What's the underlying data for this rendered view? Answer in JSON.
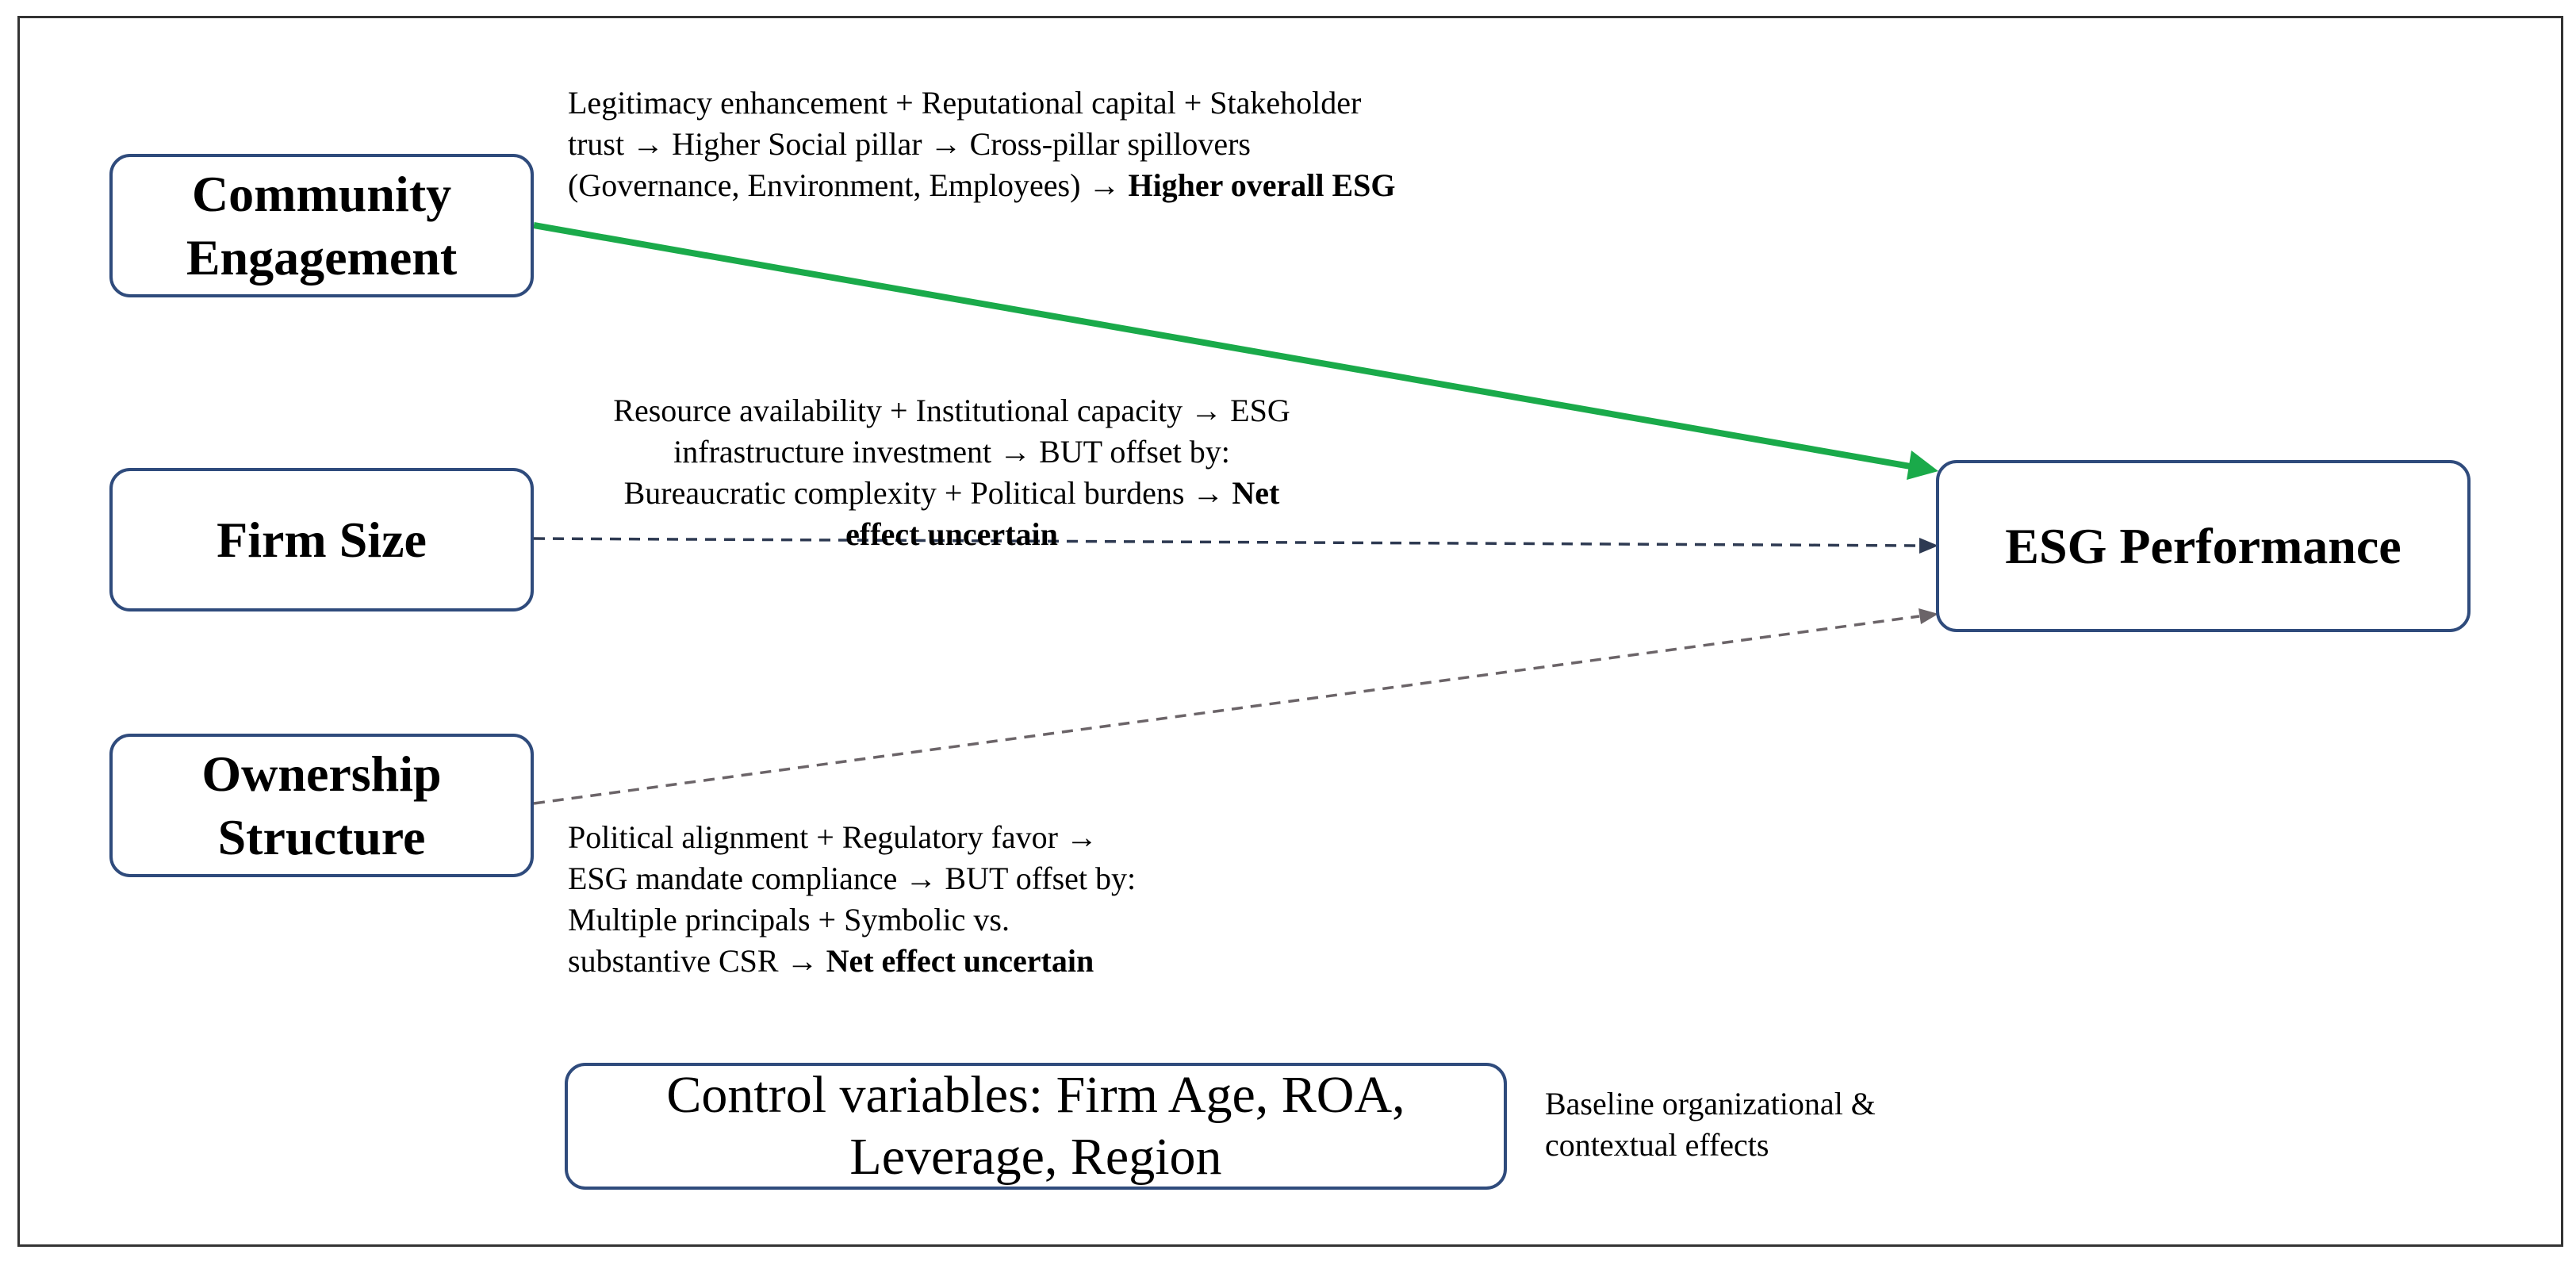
{
  "nodes": {
    "community": {
      "line1": "Community",
      "line2": "Engagement"
    },
    "firm_size": {
      "label": "Firm Size"
    },
    "ownership": {
      "line1": "Ownership",
      "line2": "Structure"
    },
    "esg": {
      "label": "ESG Performance"
    },
    "control": {
      "line1": "Control variables: Firm Age, ROA,",
      "line2": "Leverage, Region"
    }
  },
  "notes": {
    "community": {
      "line1": "Legitimacy enhancement + Reputational capital + Stakeholder",
      "line2": "trust → Higher Social pillar → Cross-pillar spillovers",
      "line3": "(Governance, Environment, Employees) → ",
      "line3_bold": "Higher overall ESG"
    },
    "firm_size": {
      "line1": "Resource availability + Institutional capacity → ESG",
      "line2": "infrastructure investment → BUT offset by:",
      "line3": "Bureaucratic complexity + Political burdens → ",
      "line3_bold": "Net",
      "line4_bold": "effect uncertain"
    },
    "ownership": {
      "line1": "Political alignment + Regulatory favor →",
      "line2": "ESG mandate compliance → BUT offset by:",
      "line3": "Multiple principals + Symbolic vs.",
      "line4": "substantive CSR → ",
      "line4_bold": "Net effect uncertain"
    },
    "control": {
      "line1": "Baseline organizational &",
      "line2": "contextual effects"
    }
  },
  "edges": [
    {
      "from": "Community Engagement",
      "to": "ESG Performance",
      "style": "solid",
      "color": "#1aaa4a"
    },
    {
      "from": "Firm Size",
      "to": "ESG Performance",
      "style": "dashed",
      "color": "#2e3a52"
    },
    {
      "from": "Ownership Structure",
      "to": "ESG Performance",
      "style": "dashed",
      "color": "#6b6468"
    }
  ],
  "colors": {
    "node_border": "#2f4b7c",
    "frame": "#333333"
  }
}
